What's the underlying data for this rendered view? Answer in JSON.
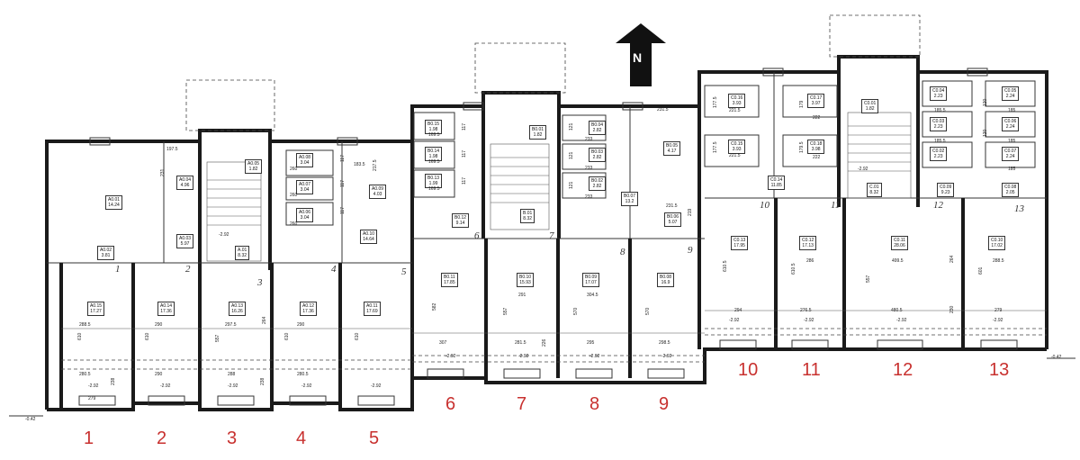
{
  "north_label": "N",
  "rooms": [
    {
      "code": "A0.01",
      "area": "14.24"
    },
    {
      "code": "A0.02",
      "area": "3.81"
    },
    {
      "code": "A0.03",
      "area": "5.97"
    },
    {
      "code": "A0.04",
      "area": "4.96"
    },
    {
      "code": "A0.05",
      "area": "1.82"
    },
    {
      "code": "A.01",
      "area": "8.32"
    },
    {
      "code": "A0.08",
      "area": "3.04"
    },
    {
      "code": "A0.07",
      "area": "3.04"
    },
    {
      "code": "A0.06",
      "area": "3.04"
    },
    {
      "code": "A0.09",
      "area": "4.03"
    },
    {
      "code": "A0.10",
      "area": "14.64"
    },
    {
      "code": "A0.15",
      "area": "17.27"
    },
    {
      "code": "A0.14",
      "area": "17.36"
    },
    {
      "code": "A0.13",
      "area": "16.26"
    },
    {
      "code": "A0.12",
      "area": "17.36"
    },
    {
      "code": "A0.11",
      "area": "17.69"
    },
    {
      "code": "B0.15",
      "area": "1.98"
    },
    {
      "code": "B0.14",
      "area": "1.98"
    },
    {
      "code": "B0.13",
      "area": "1.99"
    },
    {
      "code": "B0.12",
      "area": "9.14"
    },
    {
      "code": "B0.01",
      "area": "1.82"
    },
    {
      "code": "B.01",
      "area": "8.32"
    },
    {
      "code": "B0.04",
      "area": "2.82"
    },
    {
      "code": "B0.03",
      "area": "2.82"
    },
    {
      "code": "B0.02",
      "area": "2.82"
    },
    {
      "code": "B0.05",
      "area": "4.17"
    },
    {
      "code": "B0.07",
      "area": "13.2"
    },
    {
      "code": "B0.06",
      "area": "5.07"
    },
    {
      "code": "B0.11",
      "area": "17.85"
    },
    {
      "code": "B0.10",
      "area": "15.93"
    },
    {
      "code": "B0.09",
      "area": "17.07"
    },
    {
      "code": "B0.08",
      "area": "16.9"
    },
    {
      "code": "C0.16",
      "area": "3.93"
    },
    {
      "code": "C0.15",
      "area": "3.93"
    },
    {
      "code": "C0.17",
      "area": "3.97"
    },
    {
      "code": "C0.18",
      "area": "3.98"
    },
    {
      "code": "C0.14",
      "area": "11.85"
    },
    {
      "code": "C0.01",
      "area": "1.82"
    },
    {
      "code": "C.01",
      "area": "8.32"
    },
    {
      "code": "C0.04",
      "area": "2.23"
    },
    {
      "code": "C0.03",
      "area": "2.23"
    },
    {
      "code": "C0.02",
      "area": "2.23"
    },
    {
      "code": "C0.05",
      "area": "2.24"
    },
    {
      "code": "C0.06",
      "area": "2.24"
    },
    {
      "code": "C0.07",
      "area": "2.24"
    },
    {
      "code": "C0.08",
      "area": "2.05"
    },
    {
      "code": "C0.09",
      "area": "9.23"
    },
    {
      "code": "C0.13",
      "area": "17.95"
    },
    {
      "code": "C0.12",
      "area": "17.13"
    },
    {
      "code": "C0.11",
      "area": "28.06"
    },
    {
      "code": "C0.10",
      "area": "17.02"
    }
  ],
  "dims": [
    "197.5",
    "231",
    "183.5",
    "217.5",
    "117",
    "117",
    "117",
    "260",
    "260",
    "260",
    "610",
    "610",
    "557",
    "610",
    "610",
    "288.5",
    "290",
    "297.5",
    "290",
    "280.5",
    "290",
    "280.5",
    "288",
    "279",
    "238",
    "264",
    "238",
    "231.5",
    "121",
    "121",
    "121",
    "233",
    "233",
    "233",
    "219",
    "231.5",
    "117",
    "117",
    "117",
    "169.5",
    "169.5",
    "169.5",
    "582",
    "557",
    "570",
    "570",
    "307",
    "281.5",
    "295",
    "298.5",
    "291",
    "304.5",
    "221.5",
    "221.5",
    "177.5",
    "177.5",
    "179",
    "179.5",
    "222",
    "222",
    "185.5",
    "185.5",
    "185",
    "185",
    "185",
    "120",
    "120",
    "610.5",
    "610.5",
    "557",
    "601",
    "264",
    "294",
    "276.5",
    "480.5",
    "279",
    "286",
    "499.5",
    "288.5",
    "230",
    "226"
  ],
  "levels": [
    "-0.42",
    "-0.42",
    "-2.92",
    "-2.92",
    "-2.92",
    "-2.92",
    "-2.92",
    "-2.92",
    "-2.92",
    "-2.92",
    "-2.92",
    "-2.92",
    "-2.92",
    "-2.92",
    "-2.92",
    "-2.92",
    "-2.92"
  ],
  "handwritten": [
    "1",
    "2",
    "3",
    "4",
    "5",
    "6",
    "7",
    "8",
    "9",
    "10",
    "11",
    "12",
    "13"
  ],
  "unit_numbers": [
    "1",
    "2",
    "3",
    "4",
    "5",
    "6",
    "7",
    "8",
    "9",
    "10",
    "11",
    "12",
    "13"
  ],
  "colors": {
    "unit_numbers": "#c8312f",
    "walls": "#1a1a1a"
  }
}
